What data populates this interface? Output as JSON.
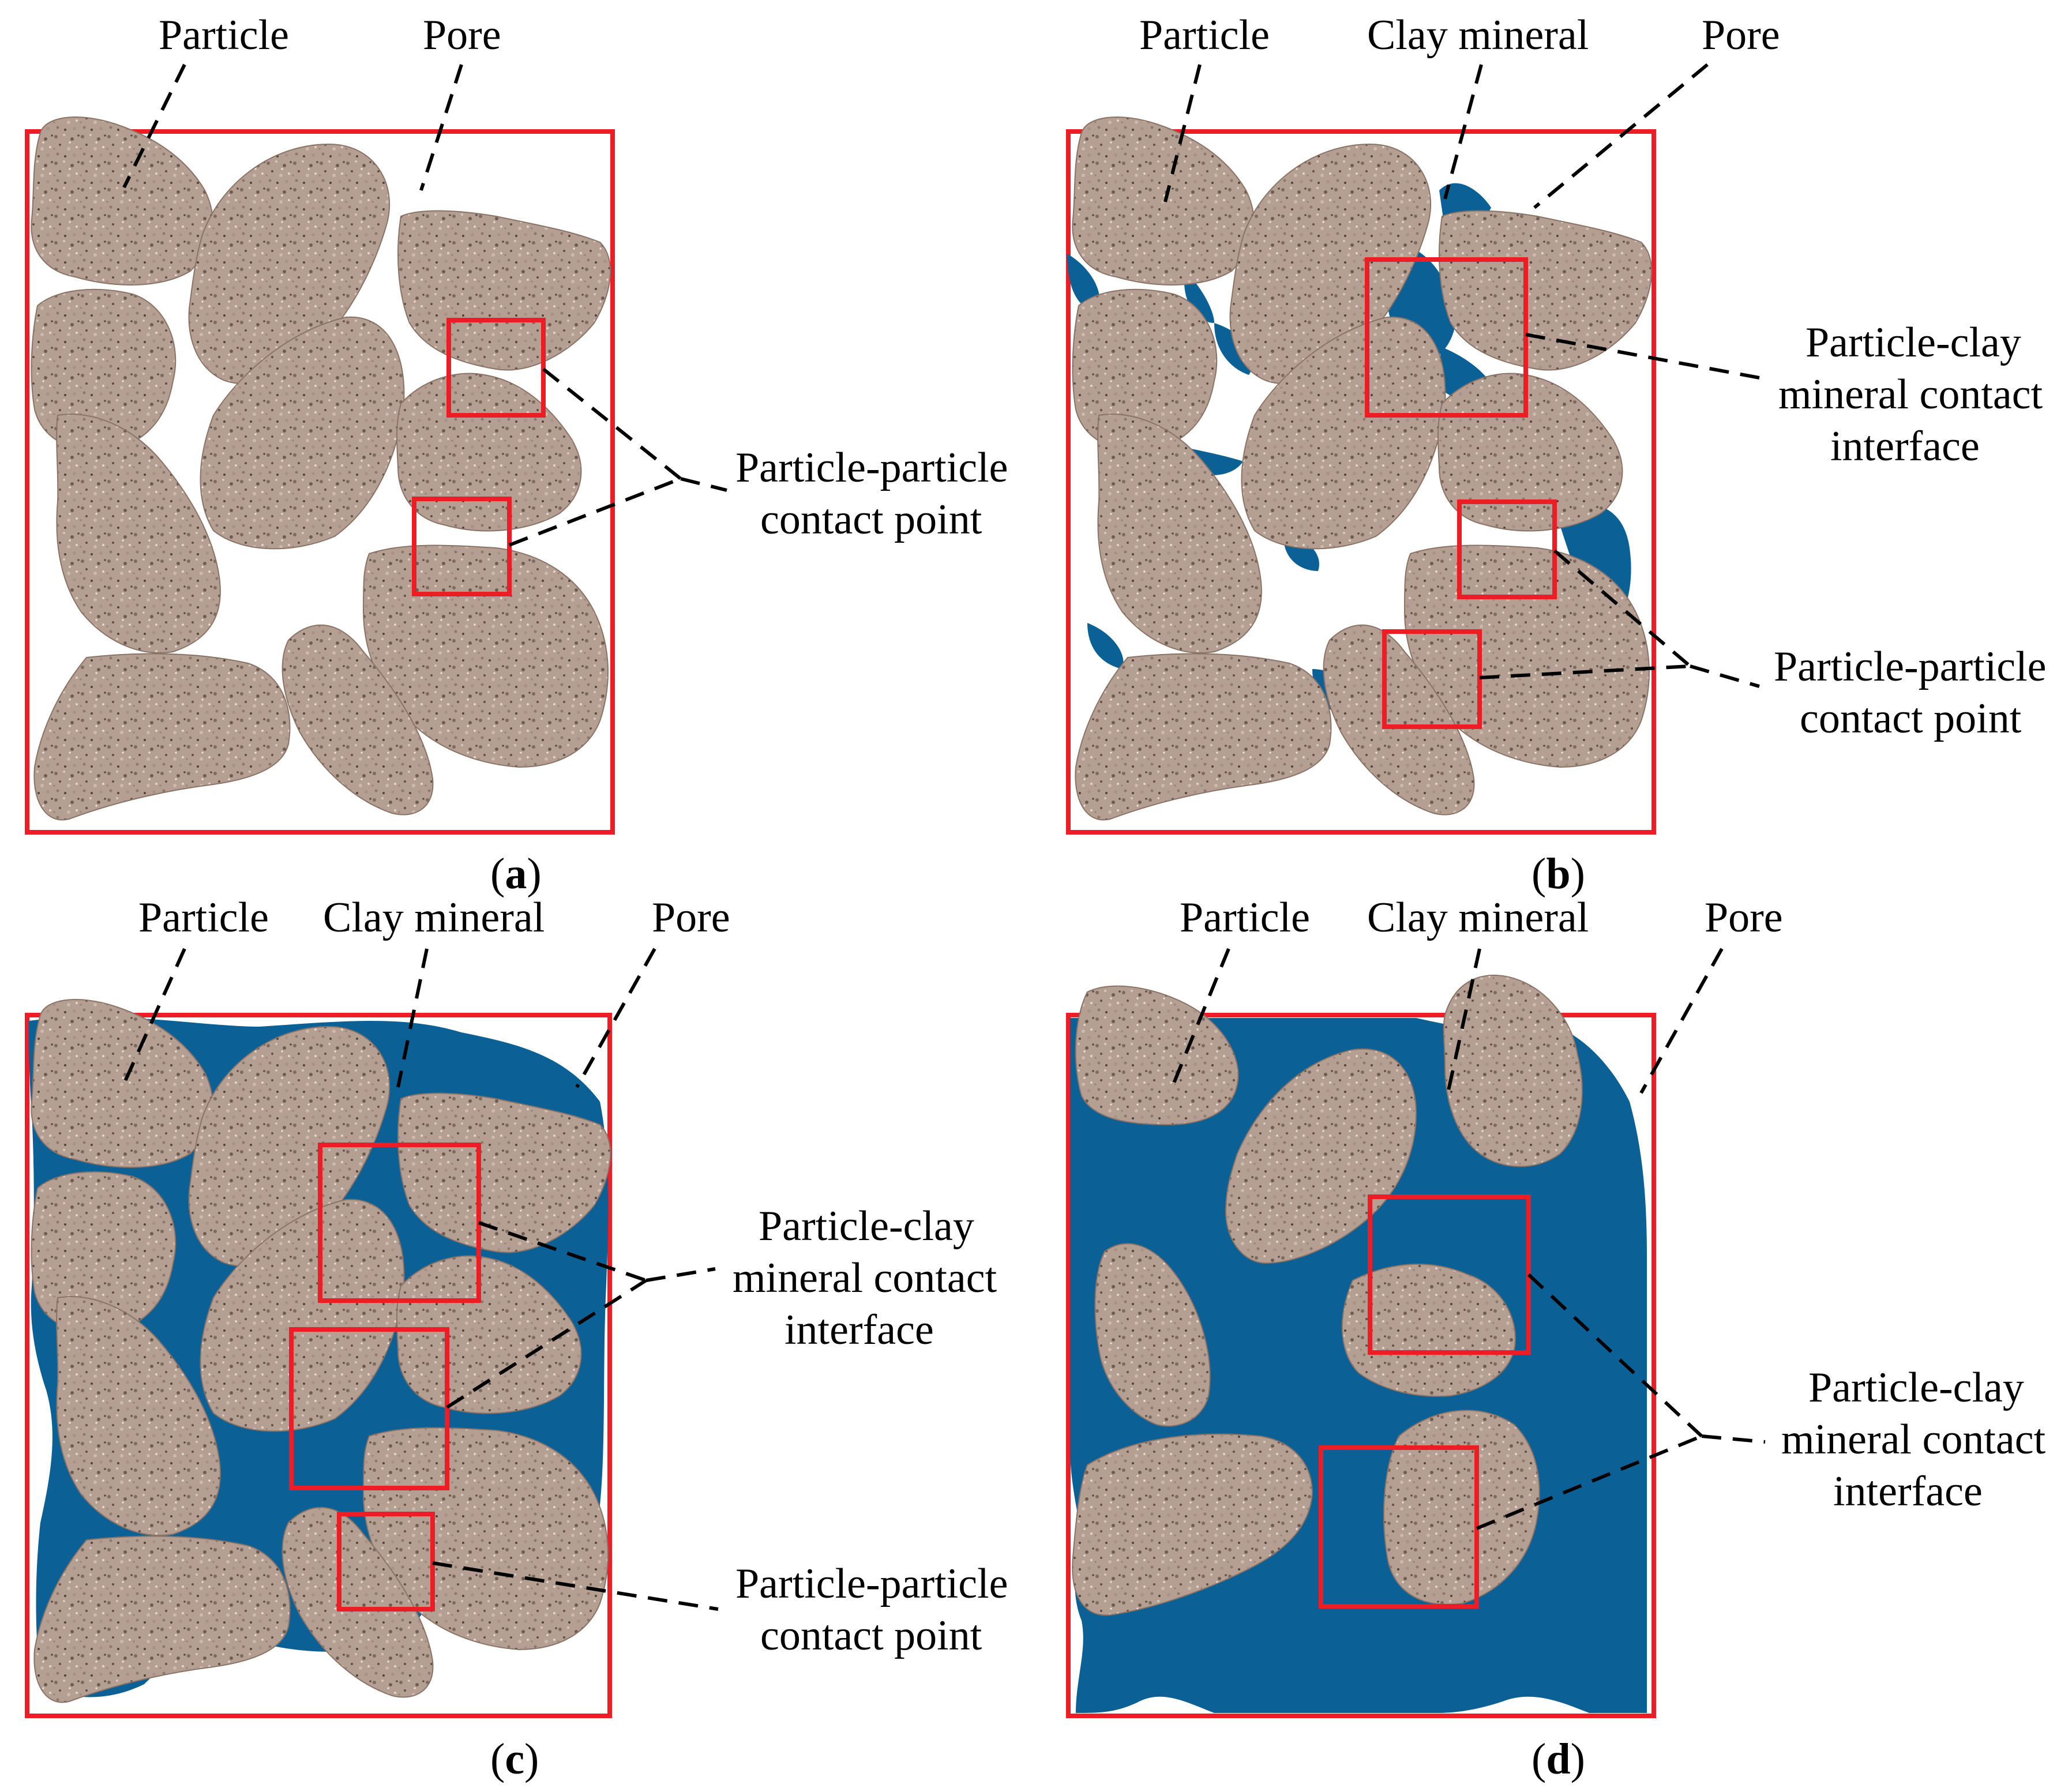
{
  "colors": {
    "frame": "#ee1c25",
    "clay": "#0b6196",
    "particle_base": "#b59f93",
    "pore": "#ffffff",
    "leader": "#000000"
  },
  "panels": {
    "a": {
      "labels": {
        "particle": "Particle",
        "pore": "Pore"
      },
      "annotations": {
        "pp_line1": "Particle-particle",
        "pp_line2": "contact point"
      },
      "caption_open": "(",
      "caption_letter": "a",
      "caption_close": ")"
    },
    "b": {
      "labels": {
        "particle": "Particle",
        "clay": "Clay mineral",
        "pore": "Pore"
      },
      "annotations": {
        "pc_line1": "Particle-clay",
        "pc_line2": "mineral contact",
        "pc_line3": "interface",
        "pp_line1": "Particle-particle",
        "pp_line2": "contact point"
      },
      "caption_open": "(",
      "caption_letter": "b",
      "caption_close": ")"
    },
    "c": {
      "labels": {
        "particle": "Particle",
        "clay": "Clay mineral",
        "pore": "Pore"
      },
      "annotations": {
        "pc_line1": "Particle-clay",
        "pc_line2": "mineral contact",
        "pc_line3": "interface",
        "pp_line1": "Particle-particle",
        "pp_line2": "contact point"
      },
      "caption_open": "(",
      "caption_letter": "c",
      "caption_close": ")"
    },
    "d": {
      "labels": {
        "particle": "Particle",
        "clay": "Clay mineral",
        "pore": "Pore"
      },
      "annotations": {
        "pc_line1": "Particle-clay",
        "pc_line2": "mineral contact",
        "pc_line3": "interface"
      },
      "caption_open": "(",
      "caption_letter": "d",
      "caption_close": ")"
    }
  }
}
